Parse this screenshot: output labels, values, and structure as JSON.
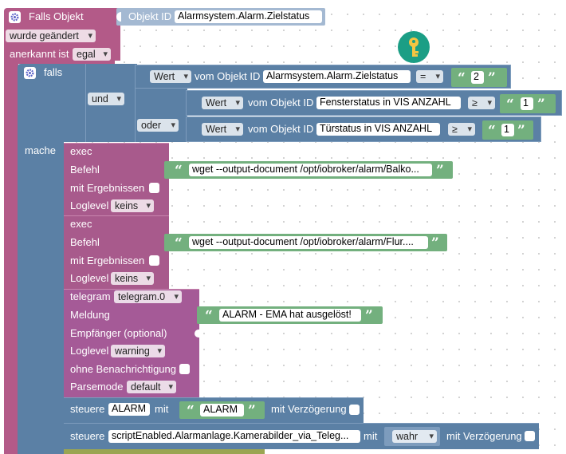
{
  "trigger": {
    "title": "Falls Objekt",
    "object_id_label": "Objekt ID",
    "object_id_value": "Alarmsystem.Alarm.Zielstatus",
    "changed_label": "wurde geändert",
    "ack_label": "anerkannt ist",
    "ack_value": "egal"
  },
  "if_block": {
    "if_label": "falls",
    "and_label": "und",
    "or_label": "oder",
    "do_label": "mache",
    "conditions": [
      {
        "value_label": "Wert",
        "from_label": "vom Objekt ID",
        "object_id": "Alarmsystem.Alarm.Zielstatus",
        "operator": "=",
        "compare": "2"
      },
      {
        "value_label": "Wert",
        "from_label": "vom Objekt ID",
        "object_id": "Fensterstatus in VIS ANZAHL",
        "operator": "≥",
        "compare": "1"
      },
      {
        "value_label": "Wert",
        "from_label": "vom Objekt ID",
        "object_id": "Türstatus in VIS ANZAHL",
        "operator": "≥",
        "compare": "1"
      }
    ]
  },
  "exec_blocks": [
    {
      "title": "exec",
      "command_label": "Befehl",
      "command": "wget --output-document /opt/iobroker/alarm/Balko...",
      "results_label": "mit Ergebnissen",
      "loglevel_label": "Loglevel",
      "loglevel": "keins"
    },
    {
      "title": "exec",
      "command_label": "Befehl",
      "command": "wget --output-document /opt/iobroker/alarm/Flur....",
      "results_label": "mit Ergebnissen",
      "loglevel_label": "Loglevel",
      "loglevel": "keins"
    }
  ],
  "telegram": {
    "title": "telegram",
    "instance": "telegram.0",
    "message_label": "Meldung",
    "message": "ALARM - EMA hat ausgelöst!",
    "recipient_label": "Empfänger (optional)",
    "loglevel_label": "Loglevel",
    "loglevel": "warning",
    "silent_label": "ohne Benachrichtigung",
    "parsemode_label": "Parsemode",
    "parsemode": "default"
  },
  "control1": {
    "label": "steuere",
    "target": "ALARM",
    "with_label": "mit",
    "value": "ALARM",
    "delay_label": "mit Verzögerung"
  },
  "control2": {
    "label": "steuere",
    "target": "scriptEnabled.Alarmanlage.Kamerabilder_via_Teleg...",
    "with_label": "mit",
    "value": "wahr",
    "delay_label": "mit Verzögerung"
  },
  "colors": {
    "trigger": "#b35a88",
    "control": "#5b80a5",
    "exec": "#a85a8c",
    "string": "#73b07e",
    "key_badge": "#1b9e85"
  },
  "icons": [
    "gear-icon",
    "key-icon"
  ]
}
